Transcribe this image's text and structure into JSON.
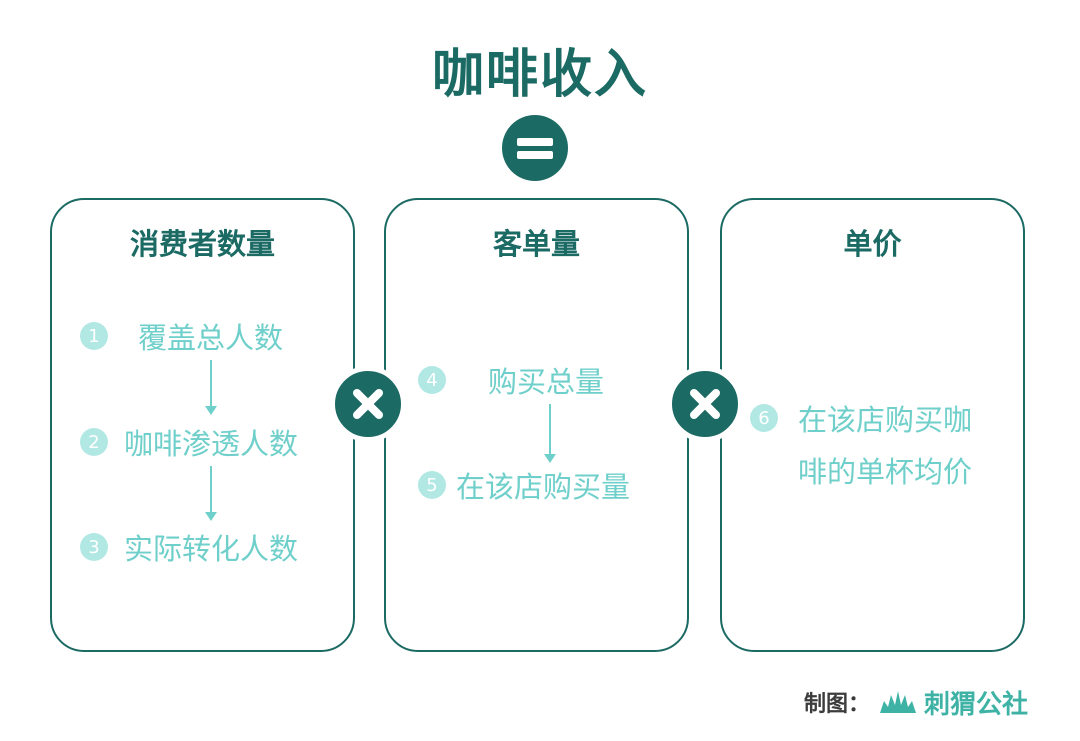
{
  "title": "咖啡收入",
  "operators": {
    "equals": "=",
    "multiply": "×"
  },
  "cards": [
    {
      "title": "消费者数量",
      "items": [
        {
          "num": "1",
          "label": "覆盖总人数"
        },
        {
          "num": "2",
          "label": "咖啡渗透人数"
        },
        {
          "num": "3",
          "label": "实际转化人数"
        }
      ]
    },
    {
      "title": "客单量",
      "items": [
        {
          "num": "4",
          "label": "购买总量"
        },
        {
          "num": "5",
          "label": "在该店购买量"
        }
      ]
    },
    {
      "title": "单价",
      "items": [
        {
          "num": "6",
          "label_line1": "在该店购买咖",
          "label_line2": "啡的单杯均价"
        }
      ]
    }
  ],
  "credit": {
    "label": "制图：",
    "brand": "刺猬公社"
  },
  "colors": {
    "primary": "#1b6a64",
    "light_text": "#6fcfca",
    "light_circle": "#b2e8e4",
    "brand": "#3fb2a6"
  }
}
